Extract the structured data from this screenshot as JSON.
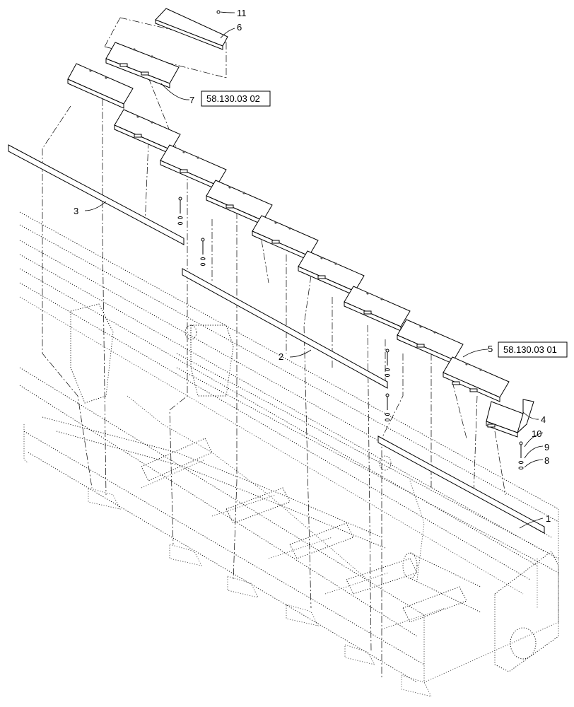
{
  "callouts": {
    "c1": "1",
    "c2": "2",
    "c3": "3",
    "c4": "4",
    "c5": "5",
    "c6": "6",
    "c7": "7",
    "c8": "8",
    "c9": "9",
    "c10": "10",
    "c11": "11"
  },
  "references": {
    "ref_upper": "58.130.03 02",
    "ref_lower": "58.130.03 01"
  }
}
